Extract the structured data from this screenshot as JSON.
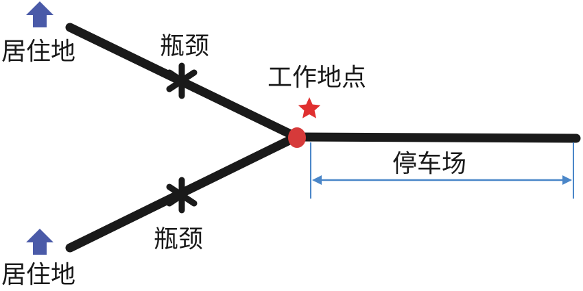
{
  "labels": {
    "residence_top": "居住地",
    "residence_bottom": "居住地",
    "bottleneck_top": "瓶颈",
    "bottleneck_bottom": "瓶颈",
    "workplace": "工作地点",
    "parking": "停车场"
  },
  "colors": {
    "road": "#1a1a1a",
    "arrow": "#4a5aa8",
    "junction": "#d63a3a",
    "star": "#e03030",
    "dimension": "#4a86c8",
    "text": "#1a1a1a"
  },
  "icons": {
    "residence": "up-arrow-icon",
    "bottleneck": "cross-mark-icon",
    "workplace": "star-icon",
    "junction": "circle-dot"
  }
}
